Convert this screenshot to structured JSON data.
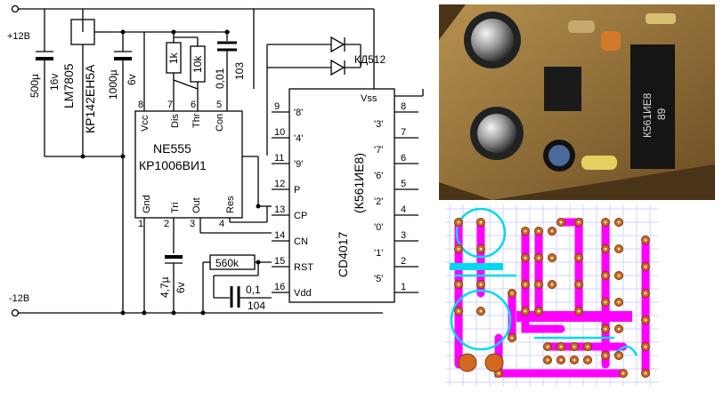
{
  "schematic": {
    "supply_pos": "+12В",
    "supply_neg": "-12В",
    "c1": {
      "value": "500µ",
      "voltage": "16v"
    },
    "regulator": {
      "name": "LM7805",
      "alt": "КР142ЕН5А"
    },
    "c2": {
      "value": "1000µ",
      "voltage": "6v"
    },
    "r1": "1k",
    "r2": "10k",
    "c3": {
      "value": "0,01",
      "code": "103"
    },
    "diode": "КД512",
    "timer": {
      "name": "NE555",
      "alt": "КР1006ВИ1",
      "pins": {
        "vcc": "Vcc",
        "dis": "Dis",
        "thr": "Thr",
        "con": "Con",
        "gnd": "Gnd",
        "tri": "Tri",
        "out": "Out",
        "res": "Res"
      },
      "pin_numbers": {
        "vcc": "8",
        "dis": "7",
        "thr": "6",
        "con": "5",
        "gnd": "1",
        "tri": "2",
        "out": "3",
        "res": "4"
      }
    },
    "counter": {
      "name": "CD4017",
      "alt": "(К561ИЕ8)",
      "left_pins": [
        {
          "num": "9",
          "label": "'8'"
        },
        {
          "num": "10",
          "label": "'4'"
        },
        {
          "num": "11",
          "label": "'9'"
        },
        {
          "num": "12",
          "label": "P"
        },
        {
          "num": "13",
          "label": "CP"
        },
        {
          "num": "14",
          "label": "CN"
        },
        {
          "num": "15",
          "label": "RST"
        },
        {
          "num": "16",
          "label": "Vdd"
        }
      ],
      "right_pins": [
        {
          "num": "8",
          "label": "Vss"
        },
        {
          "num": "7",
          "label": "'3'"
        },
        {
          "num": "6",
          "label": "'7'"
        },
        {
          "num": "5",
          "label": "'6'"
        },
        {
          "num": "4",
          "label": "'2'"
        },
        {
          "num": "3",
          "label": "'0'"
        },
        {
          "num": "2",
          "label": "'1'"
        },
        {
          "num": "1",
          "label": "'5'"
        }
      ]
    },
    "c4": {
      "value": "4,7µ",
      "voltage": "6v"
    },
    "r3": "560k",
    "c5": {
      "value": "0,1",
      "code": "104"
    }
  },
  "photo": {
    "chip_label_1": "К561ИЕ8",
    "chip_label_2": "89"
  },
  "colors": {
    "pcb_magenta": "#ff00ff",
    "pcb_cyan": "#00e5ff",
    "pcb_pad": "#d2691e",
    "pcb_grid": "#cfd6ff",
    "board_brown": "#8a6a3a"
  }
}
